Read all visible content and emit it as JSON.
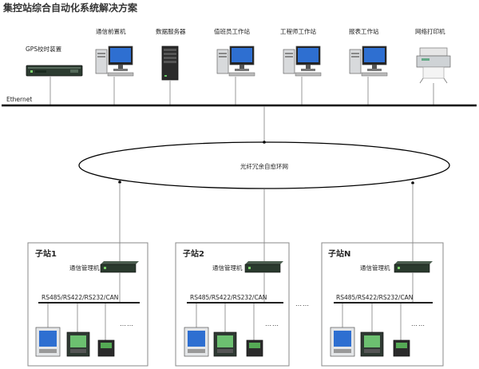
{
  "title": "集控站综合自动化系统解决方案",
  "devices": {
    "gps": "GPS校时装置",
    "comm_front": "通信前置机",
    "data_server": "数据服务器",
    "duty_ws": "值班员工作站",
    "engineer_ws": "工程师工作站",
    "report_ws": "报表工作站",
    "net_printer": "网络打印机"
  },
  "ethernet_label": "Ethernet",
  "ring_label": "光纤冗余自愈环网",
  "substations": [
    {
      "name": "子站1",
      "manager": "通信管理机",
      "bus": "RS485/RS422/RS232/CAN",
      "more": "……"
    },
    {
      "name": "子站2",
      "manager": "通信管理机",
      "bus": "RS485/RS422/RS232/CAN",
      "more": "……"
    },
    {
      "name": "子站N",
      "manager": "通信管理机",
      "bus": "RS485/RS422/RS232/CAN",
      "more": "……"
    }
  ],
  "between_dots": "……",
  "icons": {
    "workstation": "workstation-icon",
    "server": "server-icon",
    "gps": "gps-clock-icon",
    "printer": "printer-icon",
    "comm_manager": "comm-manager-icon",
    "meter": "power-meter-icon"
  },
  "colors": {
    "line": "#000000",
    "conn": "#999999",
    "box": "#888888",
    "title": "#333333",
    "device_dark": "#2a3a2e",
    "screen_blue": "#2e6fd1"
  }
}
